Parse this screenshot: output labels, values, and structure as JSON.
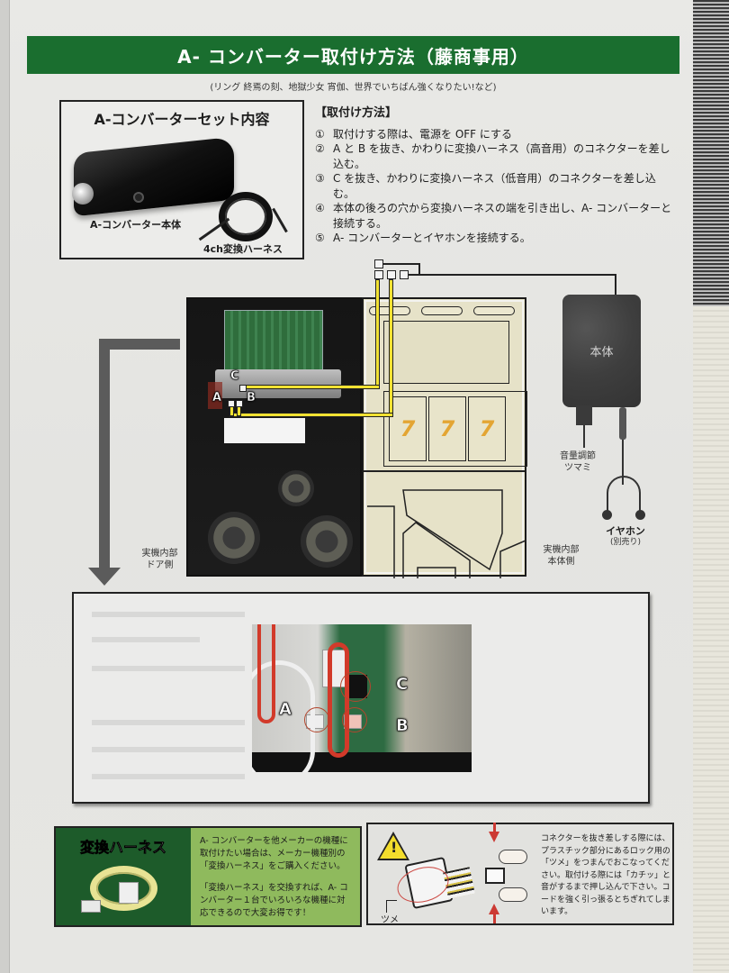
{
  "header": {
    "title": "A- コンバーター取付け方法（藤商事用）",
    "subtitle": "(リング 終焉の刻、地獄少女 宵伽、世界でいちばん強くなりたい!など)"
  },
  "set_contents": {
    "title": "A-コンバーターセット内容",
    "device_label": "A-コンバーター本体",
    "harness_label": "4ch変換ハーネス"
  },
  "installation": {
    "title": "【取付け方法】",
    "steps": [
      {
        "num": "①",
        "text": "取付けする際は、電源を OFF にする"
      },
      {
        "num": "②",
        "text": "A と B を抜き、かわりに変換ハーネス（高音用）のコネクターを差し込む。"
      },
      {
        "num": "③",
        "text": "C を抜き、かわりに変換ハーネス（低音用）のコネクターを差し込む。"
      },
      {
        "num": "④",
        "text": "本体の後ろの穴から変換ハーネスの端を引き出し、A- コンバーターと接続する。"
      },
      {
        "num": "⑤",
        "text": "A- コンバーターとイヤホンを接続する。"
      }
    ]
  },
  "diagram": {
    "labels": {
      "a": "A",
      "b": "B",
      "c": "C"
    },
    "reel_symbol": "7",
    "unit_label": "本体",
    "knob_label_line1": "音量調節",
    "knob_label_line2": "ツマミ",
    "earphone_label": "イヤホン",
    "earphone_note": "(別売り)",
    "door_side_line1": "実機内部",
    "door_side_line2": "ドア側",
    "body_side_line1": "実機内部",
    "body_side_line2": "本体側"
  },
  "detail_photo": {
    "labels": {
      "a": "A",
      "b": "B",
      "c": "C"
    }
  },
  "harness_promo": {
    "title": "変換ハーネス",
    "paragraph1": "A- コンバーターを他メーカーの機種に取付けたい場合は、メーカー機種別の「変換ハーネス」をご購入ください。",
    "paragraph2": "「変換ハーネス」を交換すれば、A- コンバーター１台でいろいろな機種に対応できるので大変お得です！"
  },
  "caution": {
    "icon": "warning-triangle",
    "warn_mark": "!",
    "tsume_label": "ツメ",
    "text": "コネクターを抜き差しする際には、プラスチック部分にあるロック用の「ツメ」をつまんでおこなってください。取付ける際には「カチッ」と音がするまで押し込んで下さい。コードを強く引っ張るとちぎれてしまいます。"
  },
  "colors": {
    "title_green": "#1a6e2f",
    "promo_dark_green": "#1d5b2a",
    "promo_light_green": "#8fba5d",
    "harness_yellow": "#f2e233",
    "caution_yellow": "#f3dd2c",
    "caution_red": "#cc3a33",
    "reel_seven": "#e3a533"
  }
}
